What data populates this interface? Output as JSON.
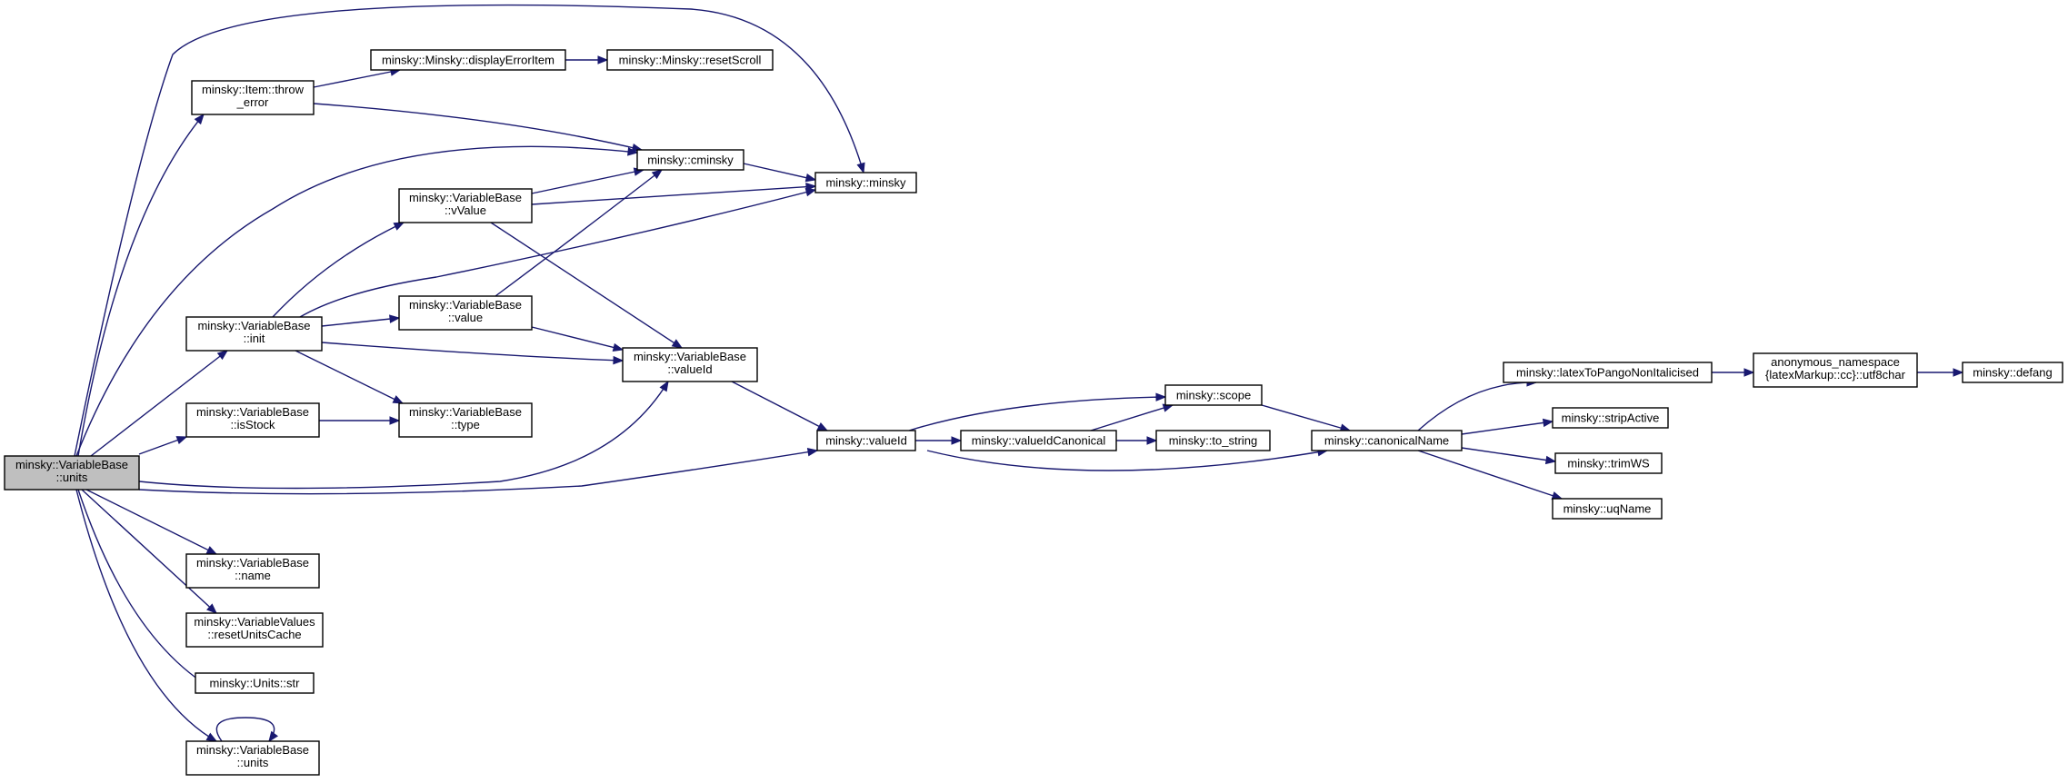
{
  "colors": {
    "edge": "#191970",
    "root_fill": "#bfbfbf",
    "node_fill": "#ffffff",
    "node_stroke": "#000000"
  },
  "nodes": [
    {
      "id": "n0",
      "lines": [
        "minsky::VariableBase",
        "::units"
      ],
      "root": true
    },
    {
      "id": "n1",
      "lines": [
        "minsky::Item::throw",
        "_error"
      ]
    },
    {
      "id": "n2",
      "lines": [
        "minsky::Minsky::displayErrorItem"
      ]
    },
    {
      "id": "n3",
      "lines": [
        "minsky::Minsky::resetScroll"
      ]
    },
    {
      "id": "n4",
      "lines": [
        "minsky::cminsky"
      ]
    },
    {
      "id": "n5",
      "lines": [
        "minsky::minsky"
      ]
    },
    {
      "id": "n6",
      "lines": [
        "minsky::VariableBase",
        "::vValue"
      ]
    },
    {
      "id": "n7",
      "lines": [
        "minsky::VariableBase",
        "::init"
      ]
    },
    {
      "id": "n8",
      "lines": [
        "minsky::VariableBase",
        "::value"
      ]
    },
    {
      "id": "n9",
      "lines": [
        "minsky::VariableBase",
        "::valueId"
      ]
    },
    {
      "id": "n10",
      "lines": [
        "minsky::VariableBase",
        "::isStock"
      ]
    },
    {
      "id": "n11",
      "lines": [
        "minsky::VariableBase",
        "::type"
      ]
    },
    {
      "id": "n12",
      "lines": [
        "minsky::valueId"
      ]
    },
    {
      "id": "n13",
      "lines": [
        "minsky::valueIdCanonical"
      ]
    },
    {
      "id": "n14",
      "lines": [
        "minsky::scope"
      ]
    },
    {
      "id": "n15",
      "lines": [
        "minsky::to_string"
      ]
    },
    {
      "id": "n16",
      "lines": [
        "minsky::canonicalName"
      ]
    },
    {
      "id": "n17",
      "lines": [
        "minsky::latexToPangoNonItalicised"
      ]
    },
    {
      "id": "n18",
      "lines": [
        "anonymous_namespace",
        "{latexMarkup::cc}::utf8char"
      ]
    },
    {
      "id": "n19",
      "lines": [
        "minsky::defang"
      ]
    },
    {
      "id": "n20",
      "lines": [
        "minsky::stripActive"
      ]
    },
    {
      "id": "n21",
      "lines": [
        "minsky::trimWS"
      ]
    },
    {
      "id": "n22",
      "lines": [
        "minsky::uqName"
      ]
    },
    {
      "id": "n23",
      "lines": [
        "minsky::VariableBase",
        "::name"
      ]
    },
    {
      "id": "n24",
      "lines": [
        "minsky::VariableValues",
        "::resetUnitsCache"
      ]
    },
    {
      "id": "n25",
      "lines": [
        "minsky::Units::str"
      ]
    },
    {
      "id": "n26",
      "lines": [
        "minsky::VariableBase",
        "::units"
      ]
    }
  ],
  "edges": [
    [
      "n0",
      "n1"
    ],
    [
      "n0",
      "n4"
    ],
    [
      "n0",
      "n5"
    ],
    [
      "n0",
      "n7"
    ],
    [
      "n0",
      "n10"
    ],
    [
      "n0",
      "n9"
    ],
    [
      "n0",
      "n12"
    ],
    [
      "n0",
      "n23"
    ],
    [
      "n0",
      "n24"
    ],
    [
      "n0",
      "n25"
    ],
    [
      "n0",
      "n26"
    ],
    [
      "n1",
      "n2"
    ],
    [
      "n1",
      "n4"
    ],
    [
      "n2",
      "n3"
    ],
    [
      "n4",
      "n5"
    ],
    [
      "n6",
      "n4"
    ],
    [
      "n6",
      "n5"
    ],
    [
      "n6",
      "n9"
    ],
    [
      "n7",
      "n6"
    ],
    [
      "n7",
      "n5"
    ],
    [
      "n7",
      "n8"
    ],
    [
      "n7",
      "n9"
    ],
    [
      "n7",
      "n11"
    ],
    [
      "n8",
      "n4"
    ],
    [
      "n8",
      "n9"
    ],
    [
      "n9",
      "n12"
    ],
    [
      "n10",
      "n11"
    ],
    [
      "n12",
      "n14"
    ],
    [
      "n12",
      "n13"
    ],
    [
      "n12",
      "n16"
    ],
    [
      "n13",
      "n14"
    ],
    [
      "n13",
      "n15"
    ],
    [
      "n14",
      "n16"
    ],
    [
      "n16",
      "n17"
    ],
    [
      "n16",
      "n20"
    ],
    [
      "n16",
      "n21"
    ],
    [
      "n16",
      "n22"
    ],
    [
      "n17",
      "n18"
    ],
    [
      "n18",
      "n19"
    ],
    [
      "n26",
      "n26"
    ]
  ]
}
